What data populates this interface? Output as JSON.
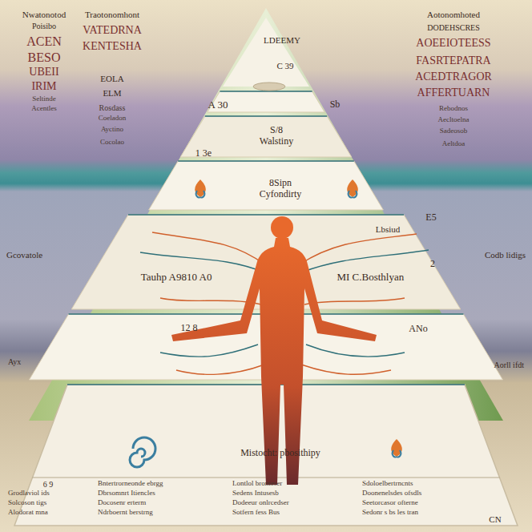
{
  "diagram": {
    "nodes": [
      {
        "text": [
          "LDEEMY"
        ]
      },
      {
        "text": [
          "S/8",
          "Walstiny"
        ]
      },
      {
        "text": [
          "8Sipn",
          "Cyfondirty"
        ]
      },
      {
        "text": [
          "Tauhp A9810 A0",
          "MI C.Bosthlyan"
        ]
      },
      {
        "text": [
          "Mistocht: pbosithipy"
        ]
      }
    ],
    "labels": [
      "Nwatonotod",
      "Poisibo",
      "ACEN",
      "BESO",
      "UBEII",
      "IRIM",
      "Seltinde",
      "Acentles",
      "Traotonomhont",
      "VATEDRNA",
      "KENTESHA",
      "EOLA",
      "ELM",
      "Rosdass",
      "Coeladon",
      "Ayctino",
      "Cocolao",
      "Aotonomhoted",
      "DODEHSCRES",
      "AOEEIOTEESS",
      "FASRTEPATRA",
      "ACEDTRAGOR",
      "AFFERTUARN",
      "Rebodnos",
      "Aecltoelna",
      "Sadeosob",
      "Aeltdoa",
      "C 39",
      "A 30",
      "Sb",
      "1 3e",
      "Gcovatole",
      "Lbsiud",
      "E5",
      "Codb lidigs",
      "2",
      "12 8",
      "ANo",
      "Ayx",
      "Aorll ifdt",
      "6 9",
      "Grodlaviol ids",
      "Solcoson tigs",
      "Alodorat mna",
      "Bntertrorneonde ebrgg",
      "Dbrsomnrt Itiencles",
      "Docosenr erterm",
      "Ndrboernt berstrng",
      "Lontlol bronteser",
      "Sedens Intusesb",
      "Dodeeur onlrcedser",
      "Sotfern fess Bus",
      "Sdoloelbertrncnts",
      "Doonenelsdes ofsdls",
      "Seetorcasor ofterne",
      "Sedonr s bs les tran",
      "CN"
    ]
  }
}
